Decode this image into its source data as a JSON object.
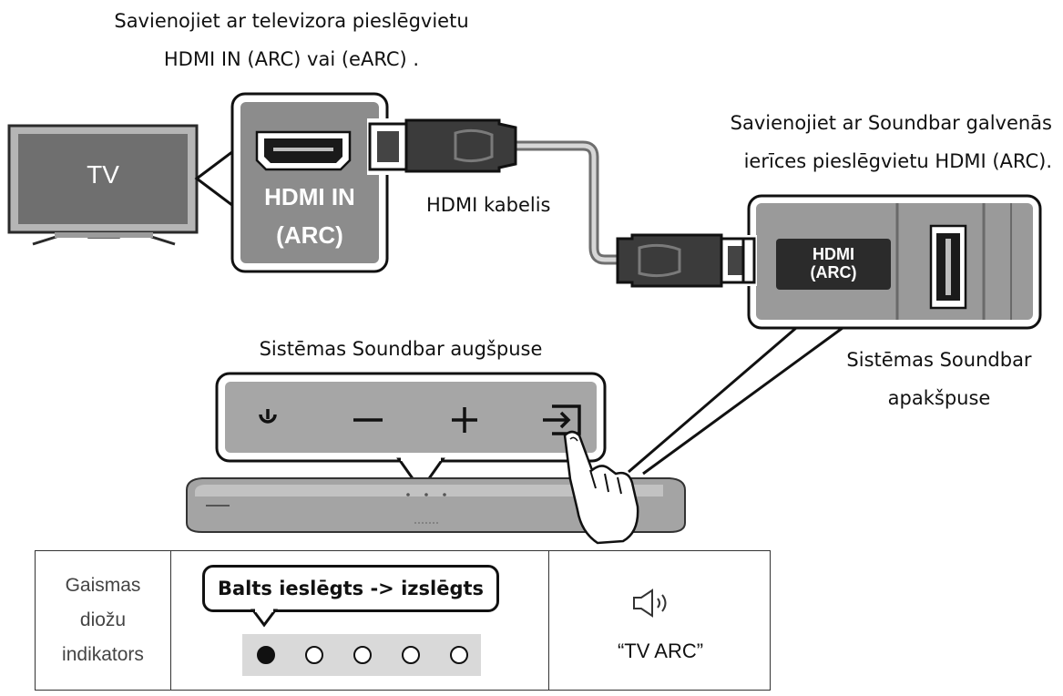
{
  "captions": {
    "tv_port_line1": "Savienojiet ar televizora pieslēgvietu",
    "tv_port_line2": "HDMI IN (ARC) vai (eARC) .",
    "soundbar_port_line1": "Savienojiet ar Soundbar galvenās",
    "soundbar_port_line2": "ierīces pieslēgvietu HDMI (ARC).",
    "cable": "HDMI kabelis",
    "top_side": "Sistēmas Soundbar augšpuse",
    "bottom_side_line1": "Sistēmas Soundbar",
    "bottom_side_line2": "apakšpuse"
  },
  "tv": {
    "label": "TV"
  },
  "tv_port": {
    "line1": "HDMI IN",
    "line2": "(ARC)"
  },
  "soundbar_port": {
    "line1": "HDMI",
    "line2": "(ARC)"
  },
  "top_panel": {
    "buttons": [
      "power-icon",
      "minus-icon",
      "plus-icon",
      "source-icon"
    ]
  },
  "led_table": {
    "label_line1": "Gaismas",
    "label_line2": "diožu",
    "label_line3": "indikators",
    "bubble": "Balts ieslēgts -> izslēgts",
    "leds": [
      {
        "state": "on"
      },
      {
        "state": "off"
      },
      {
        "state": "off"
      },
      {
        "state": "off"
      },
      {
        "state": "off"
      }
    ],
    "voice_icon": "speaker-icon",
    "voice_text": "“TV ARC”"
  }
}
